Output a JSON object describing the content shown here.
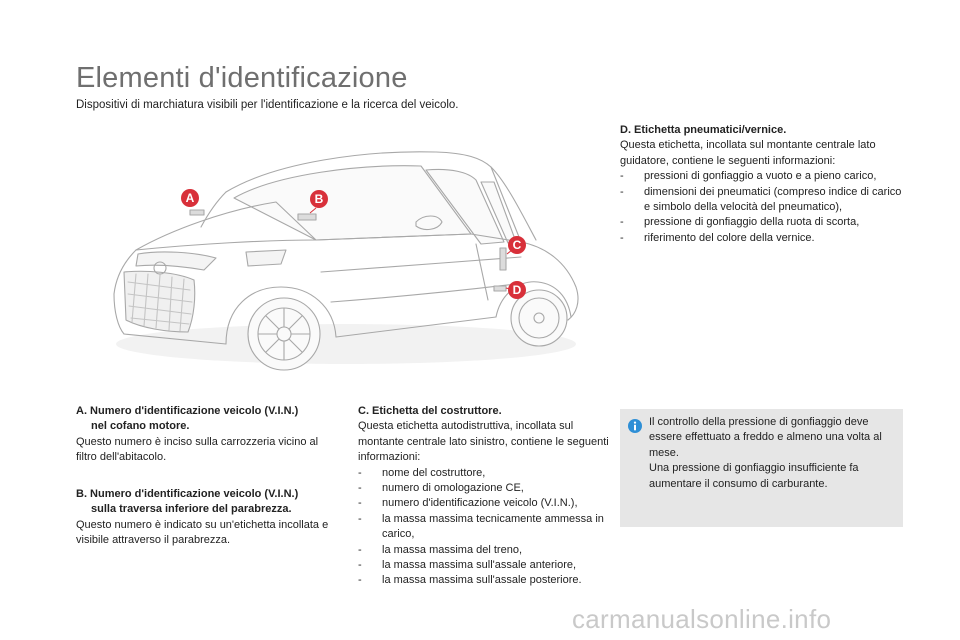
{
  "page": {
    "title": "Elementi d'identificazione",
    "subtitle": "Dispositivi di marchiatura visibili per l'identificazione e la ricerca del veicolo."
  },
  "markers": {
    "a": "A",
    "b": "B",
    "c": "C",
    "d": "D"
  },
  "section_a": {
    "heading_line1": "A. Numero d'identificazione veicolo (V.I.N.)",
    "heading_line2": "nel cofano motore.",
    "body": "Questo numero è inciso sulla carrozzeria vicino al filtro dell'abitacolo."
  },
  "section_b": {
    "heading_line1": "B. Numero d'identificazione veicolo (V.I.N.)",
    "heading_line2": "sulla traversa inferiore del parabrezza.",
    "body": "Questo numero è indicato su un'etichetta incollata e visibile attraverso il parabrezza."
  },
  "section_c": {
    "heading": "C. Etichetta del costruttore.",
    "intro": "Questa etichetta autodistruttiva, incollata sul montante centrale lato sinistro, contiene le seguenti informazioni:",
    "items": [
      "nome del costruttore,",
      "numero di omologazione CE,",
      "numero d'identificazione veicolo (V.I.N.),",
      "la massa massima tecnicamente ammessa in carico,",
      "la massa massima del treno,",
      "la massa massima sull'assale anteriore,",
      "la massa massima sull'assale posteriore."
    ]
  },
  "section_d": {
    "heading": "D. Etichetta pneumatici/vernice.",
    "intro": "Questa etichetta, incollata sul montante centrale lato guidatore, contiene le seguenti informazioni:",
    "items": [
      "pressioni di gonfiaggio a vuoto e a pieno carico,",
      "dimensioni dei pneumatici (compreso indice di carico e simbolo della velocità del pneumatico),",
      "pressione di gonfiaggio della ruota di scorta,",
      "riferimento del colore della vernice."
    ]
  },
  "info_box": {
    "line1": "Il controllo della pressione di gonfiaggio deve essere effettuato a freddo e almeno una volta al mese.",
    "line2": "Una pressione di gonfiaggio insufficiente fa aumentare il consumo di carburante."
  },
  "watermark": "carmanualsonline.info",
  "colors": {
    "marker": "#d8303a",
    "info_icon": "#2e8fd6",
    "info_bg": "#e6e6e6",
    "title": "#6f6f6f"
  }
}
